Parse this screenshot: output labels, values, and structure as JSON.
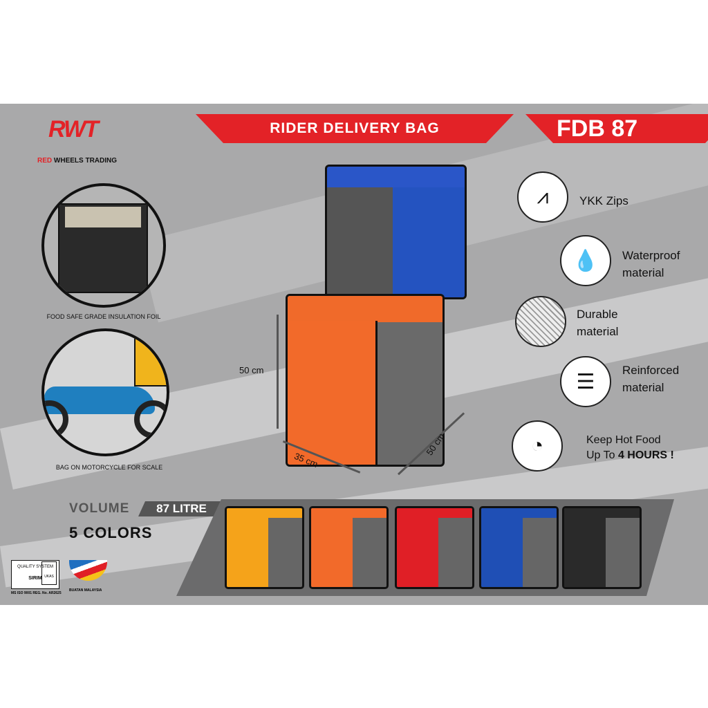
{
  "brand": {
    "logo_text": "RWT",
    "name": "RED WHEELS TRADING",
    "name_red": "RED",
    "name_rest": "WHEELS TRADING"
  },
  "header": {
    "title": "RIDER DELIVERY BAG",
    "model": "FDB 87"
  },
  "insets": [
    {
      "caption": "FOOD SAFE GRADE INSULATION FOIL"
    },
    {
      "caption": "BAG ON MOTORCYCLE FOR SCALE"
    }
  ],
  "dimensions": {
    "height": "50 cm",
    "depth": "35 cm",
    "width": "50 cm"
  },
  "features": [
    {
      "icon": "zipper-icon",
      "label": "YKK Zips"
    },
    {
      "icon": "waterproof-icon",
      "label": "Waterproof material"
    },
    {
      "icon": "fabric-weave-icon",
      "label": "Durable material"
    },
    {
      "icon": "layers-icon",
      "label": "Reinforced material"
    },
    {
      "icon": "timer-icon",
      "label_pre": "Keep Hot Food",
      "label_mid": "Up To ",
      "label_bold": "4 HOURS !"
    }
  ],
  "volume": {
    "label": "VOLUME",
    "value": "87 LITRE"
  },
  "colors_label": "5 COLORS",
  "color_variants": [
    "#f5a31a",
    "#f26a2a",
    "#e01f26",
    "#1f4fb5",
    "#2a2a2a"
  ],
  "certs": {
    "sirim": "SIRIM",
    "quality": "QUALITY SYSTEM",
    "ukas": "UKAS",
    "iso": "MS ISO 9001 REG. No. AR2625",
    "made_in": "BUATAN MALAYSIA"
  },
  "colors": {
    "red": "#e32227",
    "gray": "#a9a9aa"
  }
}
